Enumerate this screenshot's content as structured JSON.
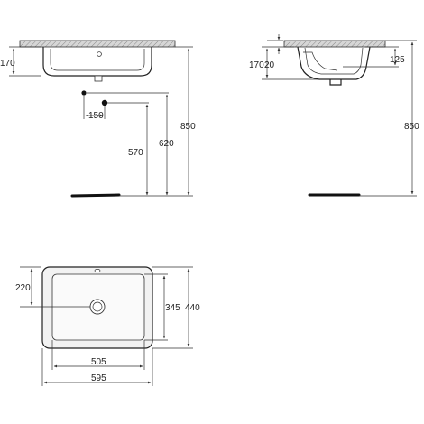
{
  "front_view": {
    "dim_170": "170",
    "dim_150": "150",
    "dim_570": "570",
    "dim_620": "620",
    "dim_850": "850"
  },
  "side_view": {
    "dim_170": "170",
    "dim_20": "20",
    "dim_125": "125",
    "dim_850": "850"
  },
  "top_view": {
    "dim_220": "220",
    "dim_345": "345",
    "dim_440": "440",
    "dim_505": "505",
    "dim_595": "595"
  },
  "colors": {
    "basin_fill": "#f2f2f2",
    "counter_fill": "#b8b8b8",
    "line": "#222222"
  }
}
